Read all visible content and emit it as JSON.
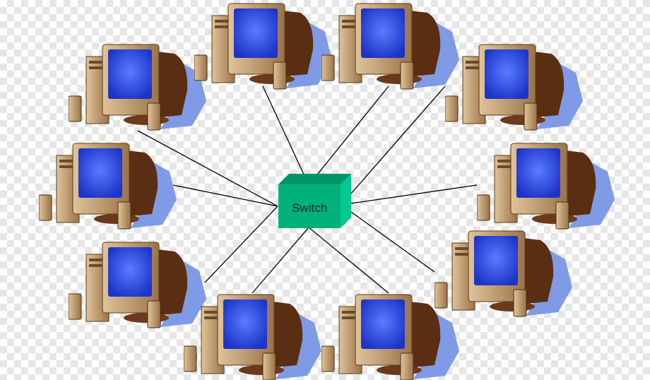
{
  "diagram": {
    "type": "star-network",
    "hub": {
      "label": "Switch",
      "color": "#00b07a"
    },
    "node_count": 10,
    "node_icon": "desktop-computer-icon",
    "colors": {
      "screen": "#3a5ef0",
      "case": "#c8a57a",
      "shadow": "#7f9be6",
      "link": "#000000"
    }
  }
}
